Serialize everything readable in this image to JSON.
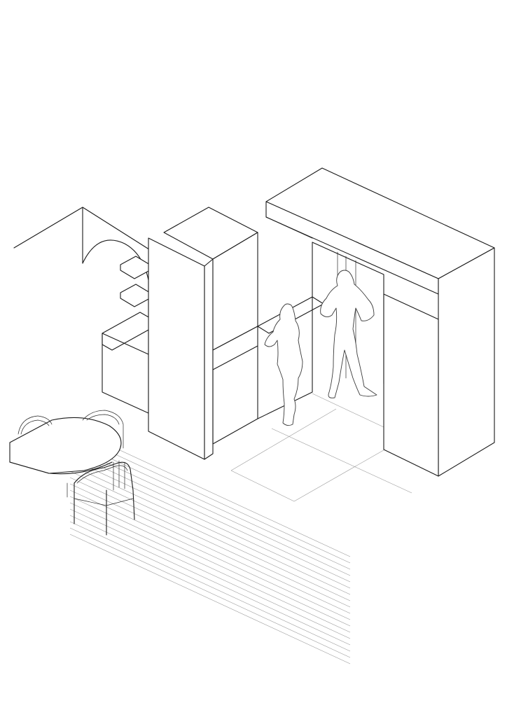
{
  "drawing": {
    "kind": "axonometric-interior-sketch",
    "style": "black line art on white",
    "line_color": "#1a1a1a",
    "background_color": "#ffffff",
    "elements": [
      "arched-wall-with-shelves",
      "tall-wall-pier",
      "l-shaped-counter-wall",
      "portal-frame",
      "window-opening",
      "human-figure-woman",
      "human-figure-man",
      "oval-dining-table",
      "dining-chair",
      "plank-floor",
      "tiled-floor"
    ]
  }
}
